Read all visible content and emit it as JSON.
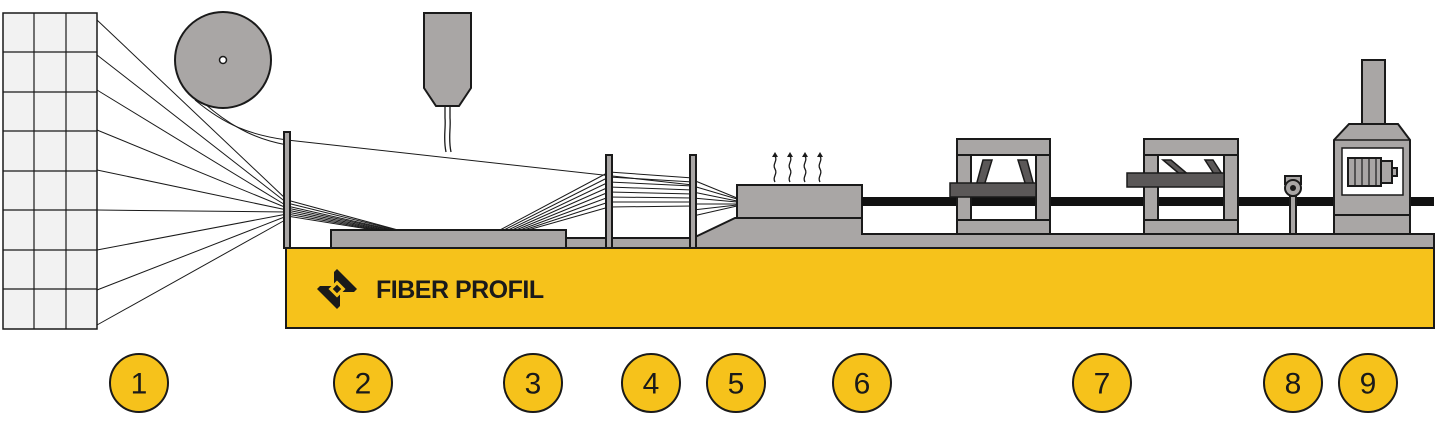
{
  "brand": {
    "name": "FIBER PROFIL",
    "accent": "#f6c21b",
    "machine_gray": "#a9a6a5",
    "dark_gray": "#5b5858",
    "outline": "#1a1a1a"
  },
  "steps": [
    {
      "label": "1",
      "name": "creel"
    },
    {
      "label": "2",
      "name": "guide-plate"
    },
    {
      "label": "3",
      "name": "resin-bath"
    },
    {
      "label": "4",
      "name": "guide-plate-2"
    },
    {
      "label": "5",
      "name": "preformer"
    },
    {
      "label": "6",
      "name": "heated-die"
    },
    {
      "label": "7",
      "name": "puller"
    },
    {
      "label": "8",
      "name": "saw"
    },
    {
      "label": "9",
      "name": "cut-unit"
    }
  ]
}
